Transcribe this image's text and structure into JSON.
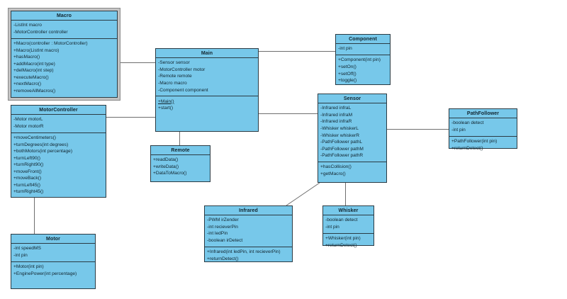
{
  "diagram": {
    "type": "uml-class-diagram",
    "background_color": "#ffffff",
    "class_fill_color": "#77c8ea",
    "class_border_color": "#2b3b44",
    "connector_color": "#6e6e6e",
    "selection_color": "#c3c3c3"
  },
  "classes": {
    "macro": {
      "name": "Macro",
      "attributes": [
        "-ListInt macro",
        "-MotorController controller"
      ],
      "methods": [
        "+Macro(controller : MotorController)",
        "+Macro(ListInt macro)",
        "+hasMacro()",
        "+addMacro(int type)",
        "+delMacro(int step)",
        "+executeMacro()",
        "+nextMacro()",
        "+removeAllMacros()"
      ]
    },
    "motorcontroller": {
      "name": "MotorController",
      "attributes": [
        "-Motor motorL",
        "-Motor motorR"
      ],
      "methods": [
        "+moveCentimeters()",
        "+turnDegrees(int degrees)",
        "+bothMotors(int percentage)",
        "+turnLeft90()",
        "+turnRight90()",
        "+moveFront()",
        "+moveBack()",
        "+turnLeft45()",
        "+turnRight45()"
      ]
    },
    "motor": {
      "name": "Motor",
      "attributes": [
        "-int speedMS",
        "-int pin"
      ],
      "methods": [
        "+Motor(int pin)",
        "+EnginePower(int percentage)"
      ]
    },
    "main": {
      "name": "Main",
      "attributes": [
        "-Sensor sensor",
        "-MotorController motor",
        "-Remote remote",
        "-Macro macro",
        "-Component component"
      ],
      "methods": [
        "+Main()",
        "+start()"
      ],
      "static_methods": [
        "+Main()"
      ]
    },
    "remote": {
      "name": "Remote",
      "attributes": [],
      "methods": [
        "+readData()",
        "+writeData()",
        "+DataToMacro()"
      ]
    },
    "component": {
      "name": "Component",
      "attributes": [
        "-int pin"
      ],
      "methods": [
        "+Component(int pin)",
        "+setOn()",
        "+setOff()",
        "+toggle()"
      ]
    },
    "sensor": {
      "name": "Sensor",
      "attributes": [
        "-Infrared infraL",
        "-Infrared infraM",
        "-Infrared infraR",
        "-Whisker whiskerL",
        "-Whisker whiskerR",
        "-PathFollower pathL",
        "-PathFollower pathM",
        "-PathFollower pathR"
      ],
      "methods": [
        "+hasCollision()",
        "+getMacro()"
      ]
    },
    "pathfollower": {
      "name": "PathFollower",
      "attributes": [
        "-boolean detect",
        "-int pin"
      ],
      "methods": [
        "+PathFollower(int pin)",
        "+returnDetect()"
      ]
    },
    "infrared": {
      "name": "Infrared",
      "attributes": [
        "-PWM irZender",
        "-int recieverPin",
        "-int ledPin",
        "-boolean irDetect"
      ],
      "methods": [
        "+Infrared(int ledPin, int recieverPin)",
        "+returnDetect()"
      ]
    },
    "whisker": {
      "name": "Whisker",
      "attributes": [
        "-boolean detect",
        "-int pin"
      ],
      "methods": [
        "+Whisker(int pin)",
        "+returnDetect()"
      ]
    }
  },
  "connections": [
    {
      "from": "macro",
      "to": "main"
    },
    {
      "from": "motorcontroller",
      "to": "main"
    },
    {
      "from": "motorcontroller",
      "to": "motor"
    },
    {
      "from": "main",
      "to": "component"
    },
    {
      "from": "main",
      "to": "sensor"
    },
    {
      "from": "main",
      "to": "remote"
    },
    {
      "from": "sensor",
      "to": "pathfollower"
    },
    {
      "from": "sensor",
      "to": "whisker"
    },
    {
      "from": "sensor",
      "to": "infrared"
    }
  ]
}
